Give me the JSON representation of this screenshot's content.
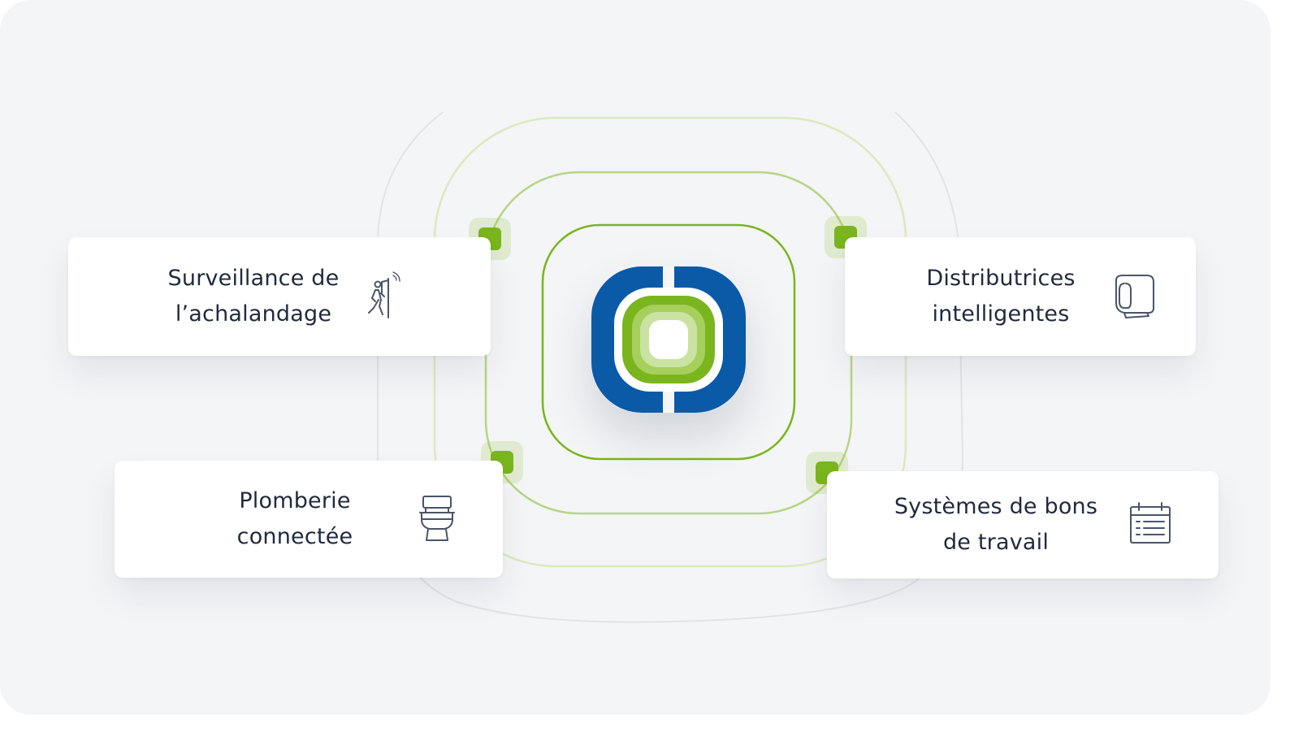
{
  "colors": {
    "background": "#f4f5f7",
    "card": "#ffffff",
    "text": "#1f2a3d",
    "accent_green": "#7ab51d",
    "brand_blue": "#0a5aa8",
    "icon_stroke": "#4a5568"
  },
  "hub": {
    "icon": "brand-logo-icon"
  },
  "cards": [
    {
      "key": "traffic",
      "lines": [
        "Surveillance de",
        "l’achalandage"
      ],
      "icon": "person-door-sensor-icon"
    },
    {
      "key": "dispensers",
      "lines": [
        "Distributrices",
        "intelligentes"
      ],
      "icon": "towel-dispenser-icon"
    },
    {
      "key": "plumbing",
      "lines": [
        "Plomberie",
        "connectée"
      ],
      "icon": "toilet-icon"
    },
    {
      "key": "workorders",
      "lines": [
        "Systèmes de bons",
        "de travail"
      ],
      "icon": "calendar-list-icon"
    }
  ]
}
